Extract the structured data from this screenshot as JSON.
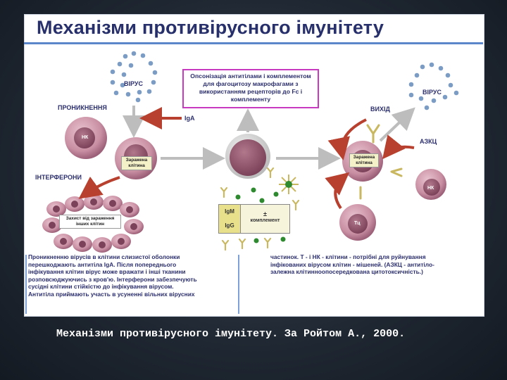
{
  "slide": {
    "title": "Механізми противірусного імунітету",
    "caption": "Механізми противірусного імунітету. За Ройтом А., 2000."
  },
  "diagram": {
    "labels": {
      "virus_left": "ВІРУС",
      "virus_right": "ВІРУС",
      "penetration": "ПРОНИКНЕННЯ",
      "iga": "IgA",
      "interferons": "ІНТЕРФЕРОНИ",
      "exit": "ВИХІД",
      "adcc": "АЗКЦ",
      "nk_left": "НК",
      "nk_right": "НК",
      "tc": "Тц",
      "infected_cell_left": "Заражена клітина",
      "infected_cell_right": "Заражена клітина",
      "protection": "Захист від зараження інших клітин"
    },
    "opsonization_box": "Опсонізація антитілами і комплементом для фагоцитозу макрофагами з використанням рецепторів до Fc і комплементу",
    "ig_panel": {
      "igm": "IgM",
      "igg": "IgG",
      "plus": "±",
      "complement": "комплемент"
    }
  },
  "text": {
    "left_lines": [
      "Проникненню вірусів в клітини слизистої оболонки",
      "перешкоджають антитіла IgA. Після попереднього",
      "інфікування клітин вірус може вражати і інші тканини",
      "розповсюджуючись з кров'ю. Інтерферони забезпечують",
      "сусідні клітини стійкістю до інфікування вірусом.",
      "Антитіла приймають участь в усуненні вільних вірусних"
    ],
    "right_lines": [
      "частинок. Т - і НК - клітини - потрібні для руйнування",
      "інфікованих вірусом клітин - мішеней. (АЗКЦ - антитіло-",
      "залежна клітинноопосередкована цитотоксичність.)"
    ]
  },
  "colors": {
    "title": "#27306b",
    "text": "#2c2f6e",
    "box_border": "#c83bc0",
    "arrow_red": "#b8402e",
    "cell_pink": "#c98fa3",
    "virus_blue": "#7b9cc4"
  }
}
